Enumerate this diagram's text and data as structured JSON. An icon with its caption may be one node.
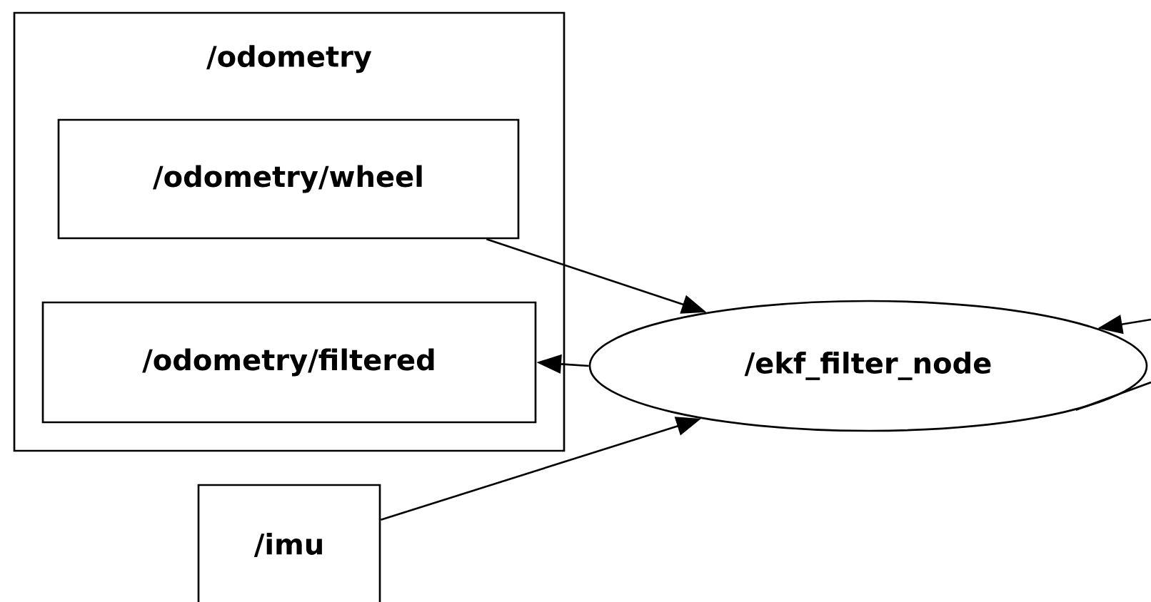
{
  "diagram": {
    "nodes": [
      {
        "text": [
          "/odometry"
        ]
      },
      {
        "text": [
          "/odometry/wheel"
        ],
        "in": 0
      },
      {
        "text": [
          "/odometry/filtered"
        ],
        "in": 0
      },
      {
        "text": [
          "/ekf_filter_node"
        ]
      },
      {
        "text": [
          "/imu"
        ]
      }
    ],
    "edges": [
      {
        "from": 1,
        "to": 3,
        "arrow": "to"
      },
      {
        "from": 3,
        "to": 2,
        "arrow": "to"
      },
      {
        "from": 4,
        "to": 3,
        "arrow": "to"
      },
      {
        "from": null,
        "to": 3,
        "arrow": "to"
      },
      {
        "from": 3,
        "to": null,
        "arrow": "none"
      }
    ]
  }
}
